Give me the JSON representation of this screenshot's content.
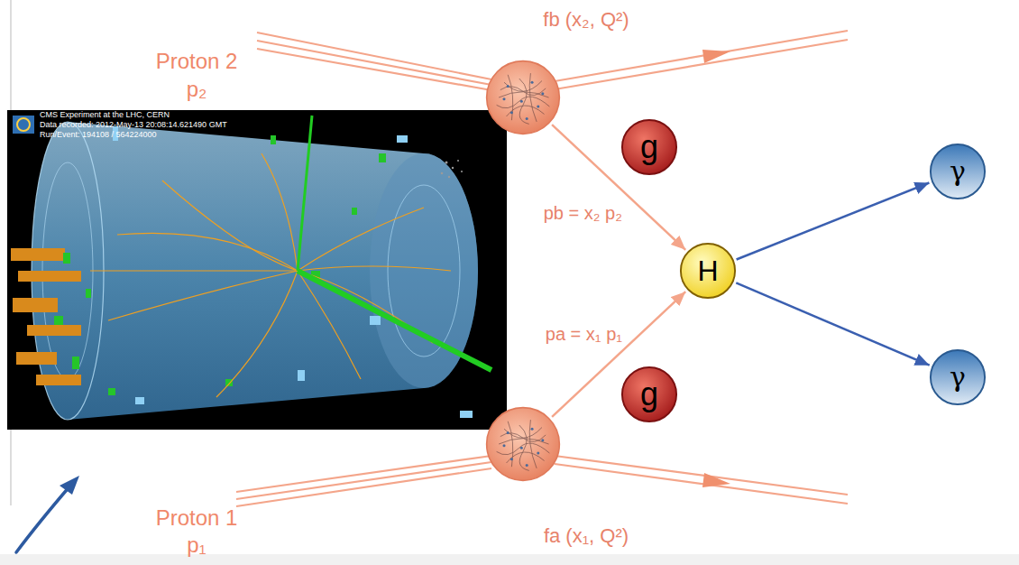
{
  "diagram": {
    "nodes": [
      {
        "text": [
          "fb (x₂, Q²)"
        ]
      },
      {
        "text": [
          "fa (x₁, Q²)"
        ]
      },
      {
        "text": [
          "g"
        ]
      },
      {
        "text": [
          "g"
        ]
      },
      {
        "text": [
          "H"
        ]
      },
      {
        "text": [
          "γ"
        ]
      },
      {
        "text": [
          "γ"
        ]
      }
    ],
    "edges": [
      {
        "from": 0,
        "to": 4,
        "arrow": "to",
        "label": "pb = x₂ p₂"
      },
      {
        "from": 1,
        "to": 4,
        "arrow": "to",
        "label": "pa = x₁ p₁"
      },
      {
        "from": 4,
        "to": 5,
        "arrow": "to"
      },
      {
        "from": 4,
        "to": 6,
        "arrow": "to"
      }
    ],
    "labels": [
      "Proton 2",
      "p₂",
      "CMS Experiment at the LHC, CERN",
      "Data recorded: 2012-May-13 20:08:14.621490 GMT",
      "Run/Event: 194108 / 564224000",
      "Proton 1",
      "p₁"
    ]
  }
}
